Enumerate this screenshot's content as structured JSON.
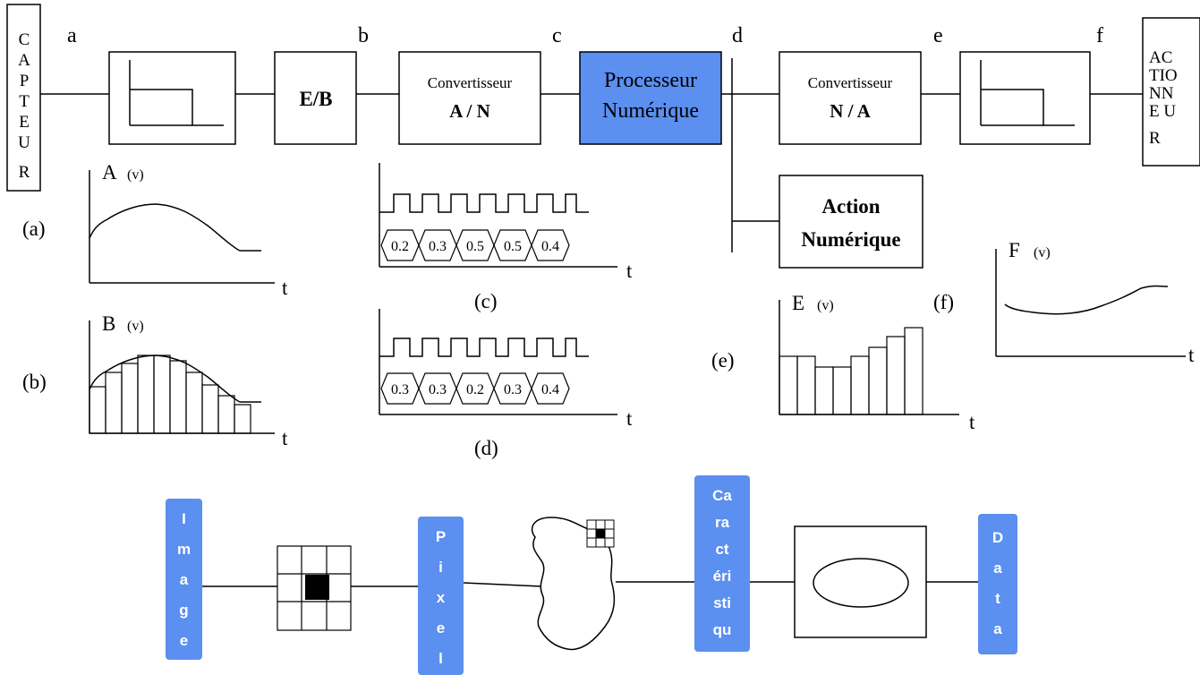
{
  "top_chain": {
    "capteur": [
      "C",
      "A",
      "P",
      "T",
      "E",
      "U",
      "R"
    ],
    "actionneur": [
      "AC",
      "TIO",
      "NN",
      "E U",
      "R"
    ],
    "points": [
      "a",
      "b",
      "c",
      "d",
      "e",
      "f"
    ],
    "eb_label": "E/B",
    "adc_line1": "Convertisseur",
    "adc_line2": "A / N",
    "proc_line1": "Processeur",
    "proc_line2": "Numérique",
    "dac_line1": "Convertisseur",
    "dac_line2": "N / A",
    "action_line1": "Action",
    "action_line2": "Numérique"
  },
  "graphs": {
    "a": {
      "tag": "(a)",
      "ylabel": "A",
      "unit": "(v)",
      "xlabel": "t"
    },
    "b": {
      "tag": "(b)",
      "ylabel": "B",
      "unit": "(v)",
      "xlabel": "t"
    },
    "c": {
      "tag": "(c)",
      "values": [
        "0.2",
        "0.3",
        "0.5",
        "0.5",
        "0.4"
      ],
      "xlabel": "t"
    },
    "d": {
      "tag": "(d)",
      "values": [
        "0.3",
        "0.3",
        "0.2",
        "0.3",
        "0.4"
      ],
      "xlabel": "t"
    },
    "e": {
      "tag": "(e)",
      "ylabel": "E",
      "unit": "(v)",
      "xlabel": "t"
    },
    "f": {
      "tag": "(f)",
      "ylabel": "F",
      "unit": "(v)",
      "xlabel": "t"
    }
  },
  "bottom_chain": {
    "image": [
      "I",
      "m",
      "a",
      "g",
      "e"
    ],
    "pixel": [
      "P",
      "i",
      "x",
      "e",
      "l"
    ],
    "caracteristique": [
      "Ca",
      "ra",
      "ct",
      "éri",
      "sti",
      "qu"
    ],
    "data": [
      "D",
      "a",
      "t",
      "a"
    ]
  },
  "colors": {
    "processor_fill": "#5b8ff0",
    "pill_fill": "#5b8ff0",
    "stroke": "#000000"
  }
}
